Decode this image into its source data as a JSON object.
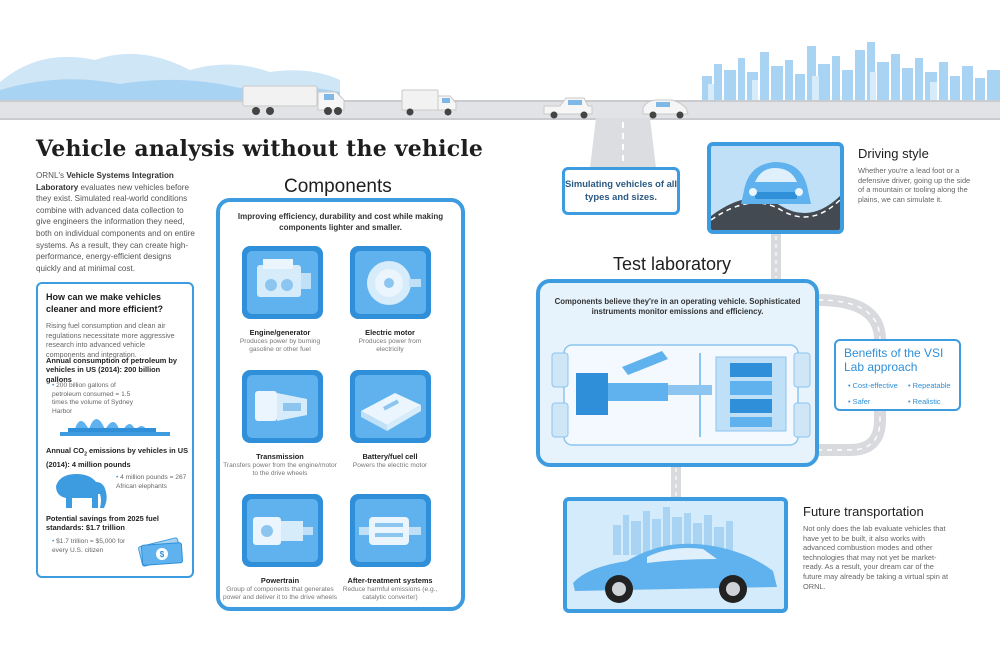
{
  "title": "Vehicle analysis without the vehicle",
  "intro": {
    "org": "ORNL's",
    "lab_name": "Vehicle Systems Integration Laboratory",
    "text": "evaluates new vehicles before they exist. Simulated real-world conditions combine with advanced data collection to give engineers the information they need, both on individual components and on entire systems. As a result, they can create high-performance, energy-efficient designs quickly and at minimal cost."
  },
  "question_box": {
    "title": "How can we make vehicles cleaner and more efficient?",
    "text": "Rising fuel consumption and clean air regulations necessitate more aggressive research into advanced vehicle components and integration.",
    "stats": [
      {
        "head": "Annual consumption of petroleum by vehicles in US (2014): 200 billion gallons",
        "sub": "200 billion gallons of petroleum consumed = 1.5 times the volume of Sydney Harbor"
      },
      {
        "head_a": "Annual CO",
        "head_sub": "2",
        "head_b": " emissions by vehicles in US (2014): 4 million pounds",
        "sub": "4 million pounds = 267 African elephants"
      },
      {
        "head": "Potential savings from 2025 fuel standards: $1.7 trillion",
        "sub": "$1.7 trillion = $5,000 for every U.S. citizen"
      }
    ]
  },
  "components": {
    "heading": "Components",
    "intro": "Improving efficiency, durability and cost while making components lighter and smaller.",
    "items": [
      {
        "title": "Engine/generator",
        "desc": "Produces power by burning gasoline or other fuel"
      },
      {
        "title": "Electric motor",
        "desc": "Produces power from electricity"
      },
      {
        "title": "Transmission",
        "desc": "Transfers power from the engine/motor to the drive wheels"
      },
      {
        "title": "Battery/fuel cell",
        "desc": "Powers the electric motor"
      },
      {
        "title": "Powertrain",
        "desc": "Group of components that generates power and deliver it to the drive wheels"
      },
      {
        "title": "After-treatment systems",
        "desc": "Reduce harmful emissions (e.g., catalytic converter)"
      }
    ]
  },
  "simulating": {
    "text": "Simulating vehicles of all types and sizes."
  },
  "test_lab": {
    "heading": "Test laboratory",
    "intro": "Components believe they're in an operating vehicle. Sophisticated instruments monitor emissions and efficiency."
  },
  "driving": {
    "heading": "Driving style",
    "text": "Whether you're a lead foot or a defensive driver, going up the side of a mountain or tooling along the plains, we can simulate it."
  },
  "benefits": {
    "title": "Benefits of the VSI Lab approach",
    "items": [
      "Cost-effective",
      "Repeatable",
      "Safer",
      "Realistic"
    ]
  },
  "future": {
    "heading": "Future transportation",
    "text": "Not only does the lab evaluate vehicles that have yet to be built, it also works with advanced combustion modes and other technologies that may not yet be market-ready. As a result, your dream car of the future may already be taking a virtual spin at ORNL."
  },
  "colors": {
    "accent": "#3d9be0",
    "tile": "#2f8fd8",
    "sky": "#cfe6f7",
    "road": "#dcdde0"
  }
}
